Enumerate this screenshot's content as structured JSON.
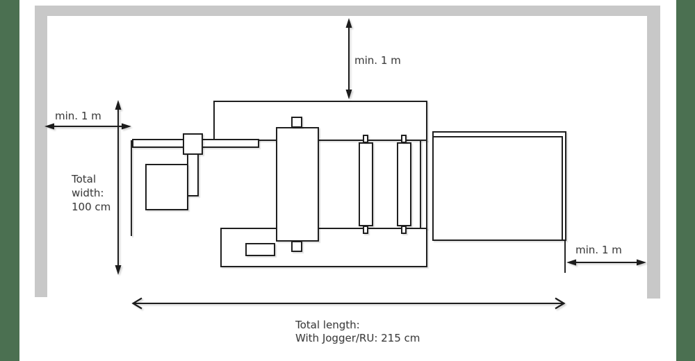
{
  "colors": {
    "background": "#ffffff",
    "side_band_green": "#4b7051",
    "wall_gray": "#c8c8c8",
    "outline": "#1f1f1f",
    "text": "#3a3a3a"
  },
  "labels": {
    "clearance_top": "min. 1 m",
    "clearance_left": "min. 1 m",
    "clearance_right": "min. 1 m",
    "total_width_lines": [
      "Total",
      "width:",
      "100 cm"
    ],
    "total_length_lines": [
      "Total length:",
      "With Jogger/RU: 215 cm"
    ]
  }
}
